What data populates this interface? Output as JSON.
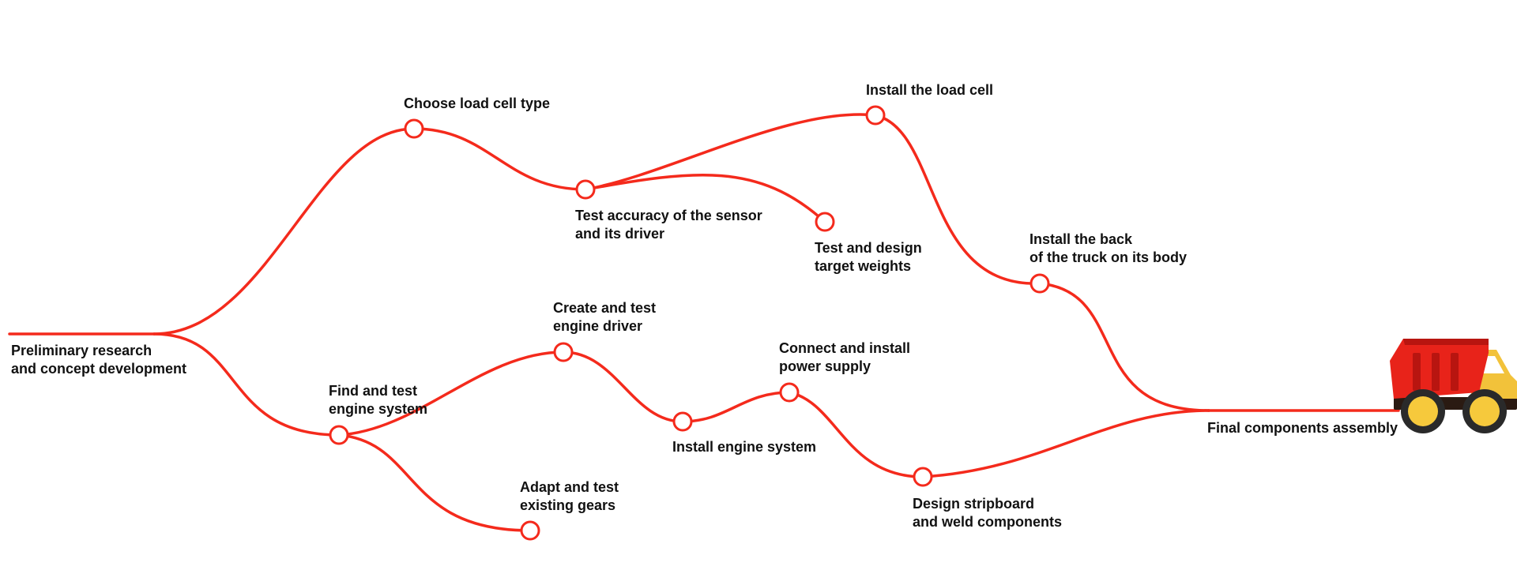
{
  "colors": {
    "line": "#f42a1c",
    "node_fill": "#ffffff",
    "text": "#111111",
    "truck_body": "#e8231a",
    "truck_dark": "#b81510",
    "truck_cab": "#f2c23a",
    "truck_frame": "#2a1a12",
    "wheel_tire": "#2a2a2a",
    "wheel_hub": "#f6c93c"
  },
  "icons": {
    "truck": "dump-truck-icon"
  },
  "nodes": [
    {
      "id": "preliminary",
      "lines": [
        "Preliminary research",
        "and concept development"
      ]
    },
    {
      "id": "choose-load-cell",
      "lines": [
        "Choose load cell type"
      ]
    },
    {
      "id": "test-accuracy",
      "lines": [
        "Test accuracy of the sensor",
        "and its driver"
      ]
    },
    {
      "id": "install-load-cell",
      "lines": [
        "Install the load cell"
      ]
    },
    {
      "id": "test-design-weights",
      "lines": [
        "Test and design",
        "target weights"
      ]
    },
    {
      "id": "install-back",
      "lines": [
        "Install the back",
        "of the truck on its body"
      ]
    },
    {
      "id": "find-engine",
      "lines": [
        "Find and test",
        "engine system"
      ]
    },
    {
      "id": "create-engine-driver",
      "lines": [
        "Create and test",
        "engine driver"
      ]
    },
    {
      "id": "install-engine",
      "lines": [
        "Install engine system"
      ]
    },
    {
      "id": "connect-power",
      "lines": [
        "Connect and install",
        "power supply"
      ]
    },
    {
      "id": "adapt-gears",
      "lines": [
        "Adapt and test",
        "existing gears"
      ]
    },
    {
      "id": "design-stripboard",
      "lines": [
        "Design stripboard",
        "and weld components"
      ]
    },
    {
      "id": "final-assembly",
      "lines": [
        "Final components assembly"
      ]
    }
  ]
}
